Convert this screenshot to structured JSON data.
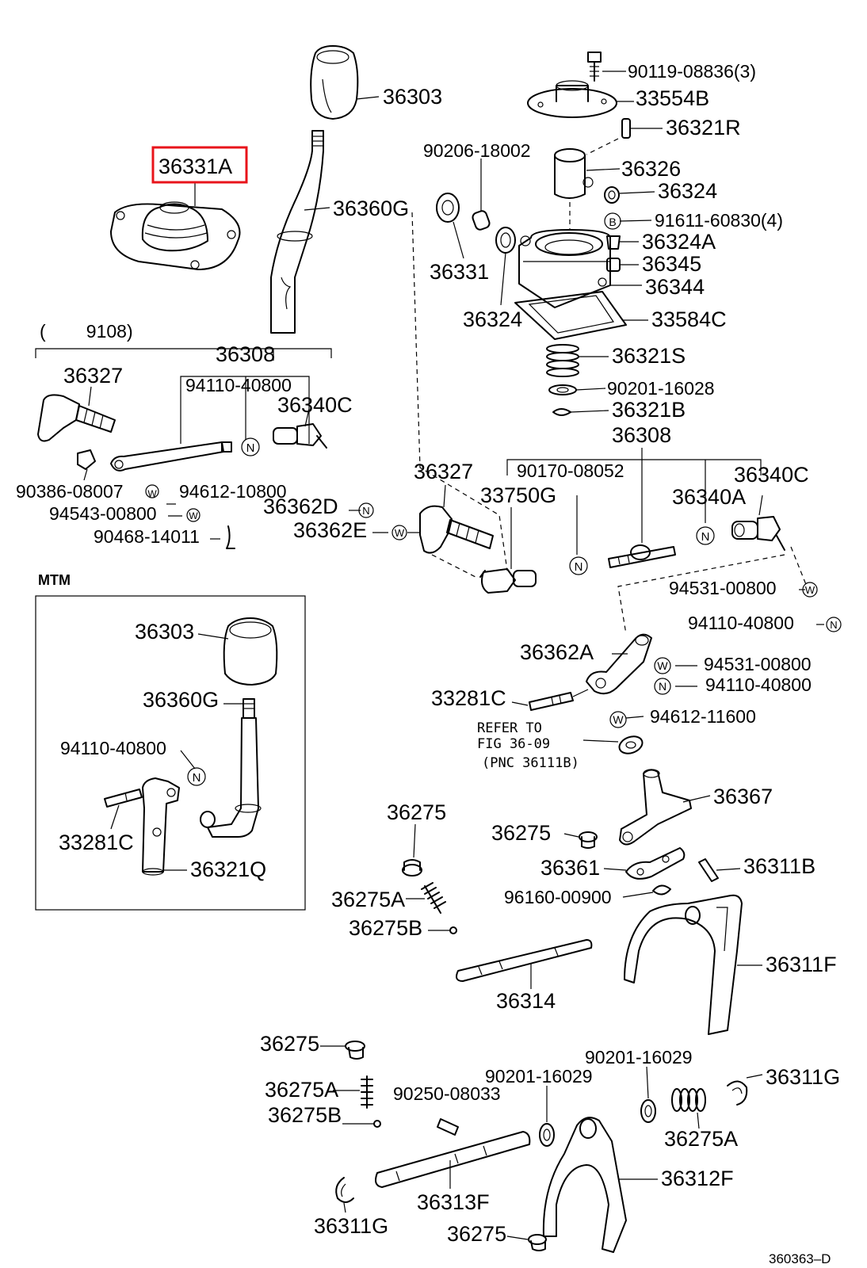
{
  "highlight": {
    "part": "36331A",
    "color": "#e8141b"
  },
  "bracket_range": "(        9108)",
  "box_label": "MTM",
  "figure_ref": "360363–D",
  "refer_note": [
    "REFER TO",
    "FIG 36-09",
    "(PNC 36111B)"
  ],
  "markers": {
    "n": "N",
    "w": "W",
    "b": "B"
  },
  "labels": {
    "p36303_top": "36303",
    "p36331A": "36331A",
    "p36360G_top": "36360G",
    "p90119": "90119-08836(3)",
    "p33554B": "33554B",
    "p36321R": "36321R",
    "p90206": "90206-18002",
    "p36326": "36326",
    "p36324_a": "36324",
    "p91611": "91611-60830(4)",
    "p36324A": "36324A",
    "p36345": "36345",
    "p36331": "36331",
    "p36344": "36344",
    "p36324_b": "36324",
    "p33584C": "33584C",
    "p36321S": "36321S",
    "p90201_16028": "90201-16028",
    "p36321B": "36321B",
    "p36308_left": "36308",
    "p36327_left": "36327",
    "p94110_left": "94110-40800",
    "p36340C_left": "36340C",
    "p90386": "90386-08007",
    "p94612_10800": "94612-10800",
    "p94543": "94543-00800",
    "p90468": "90468-14011",
    "p36362D": "36362D",
    "p36362E": "36362E",
    "p36327_mid": "36327",
    "p33750G": "33750G",
    "p36308_right": "36308",
    "p90170": "90170-08052",
    "p36340A": "36340A",
    "p36340C_right": "36340C",
    "p94531_a": "94531-00800",
    "p94110_a": "94110-40800",
    "p36362A": "36362A",
    "p94531_b": "94531-00800",
    "p94110_b": "94110-40800",
    "p33281C_right": "33281C",
    "p94612_11600": "94612-11600",
    "p36303_mtm": "36303",
    "p36360G_mtm": "36360G",
    "p94110_mtm": "94110-40800",
    "p33281C_mtm": "33281C",
    "p36321Q": "36321Q",
    "p36367": "36367",
    "p36275_a": "36275",
    "p36275_b": "36275",
    "p36361": "36361",
    "p36311B": "36311B",
    "p36275A_a": "36275A",
    "p96160": "96160-00900",
    "p36275B_a": "36275B",
    "p36311F": "36311F",
    "p36314": "36314",
    "p36275_c": "36275",
    "p90201_16029_a": "90201-16029",
    "p90201_16029_b": "90201-16029",
    "p36311G_right": "36311G",
    "p36275A_b": "36275A",
    "p90250": "90250-08033",
    "p36275B_b": "36275B",
    "p36275A_c": "36275A",
    "p36312F": "36312F",
    "p36313F": "36313F",
    "p36311G_left": "36311G",
    "p36275_d": "36275"
  }
}
